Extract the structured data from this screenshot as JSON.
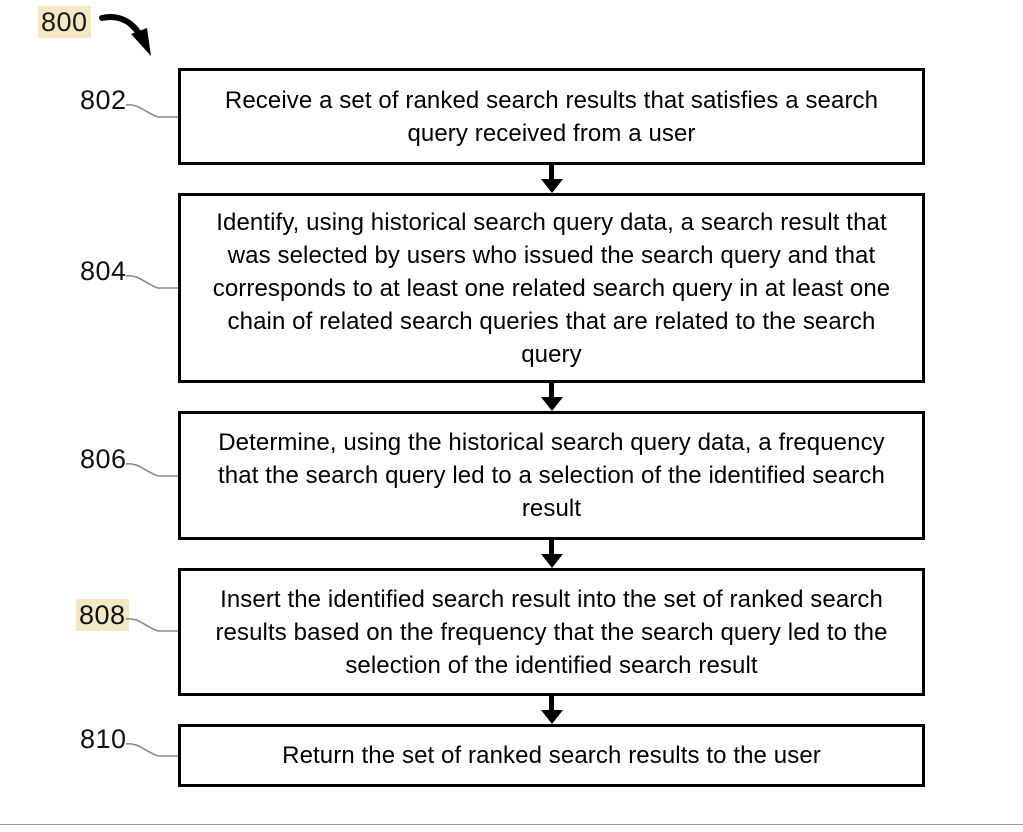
{
  "figure": {
    "number": "800",
    "highlight_color": "#f4e7c3",
    "arrow_icon": "curved-arrow-icon"
  },
  "page": {
    "background": "#ffffff",
    "line_color": "#000000",
    "rule_color": "#9a9a9a"
  },
  "steps": [
    {
      "ref": "802",
      "highlighted": false,
      "text": "Receive a set of ranked search results that satisfies a search query received from a user"
    },
    {
      "ref": "804",
      "highlighted": false,
      "text": "Identify, using historical search query data, a search result that was selected by users who issued the search query and that corresponds to at least one related search query in at least one chain of related search queries that are related to the search query"
    },
    {
      "ref": "806",
      "highlighted": false,
      "text": "Determine, using the historical search query data, a frequency that the search query led to a selection of the identified search result"
    },
    {
      "ref": "808",
      "highlighted": true,
      "text": "Insert the identified search result into the set of ranked search results based on the frequency that the search query led to the selection of the identified search result"
    },
    {
      "ref": "810",
      "highlighted": false,
      "text": "Return the set of ranked search results to the user"
    }
  ],
  "connectors": [
    {
      "from": "802",
      "to": "804",
      "icon": "down-arrow-icon"
    },
    {
      "from": "804",
      "to": "806",
      "icon": "down-arrow-icon"
    },
    {
      "from": "806",
      "to": "808",
      "icon": "down-arrow-icon"
    },
    {
      "from": "808",
      "to": "810",
      "icon": "down-arrow-icon"
    }
  ]
}
